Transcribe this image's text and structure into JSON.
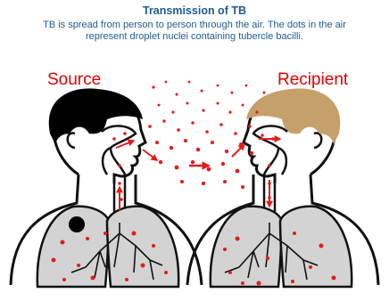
{
  "header": {
    "title": "Transmission of TB",
    "subtitle": "TB is spread from person to person through the air. The dots in the air represent droplet nuclei containing tubercle bacilli."
  },
  "labels": {
    "source": "Source",
    "recipient": "Recipient"
  },
  "colors": {
    "title_text": "#1f5b8f",
    "label_text": "#e30000",
    "droplet": "#e21c1c",
    "source_hair": "#000000",
    "recipient_hair": "#c6a06a",
    "lung_fill": "#d3d3d3",
    "outline": "#111111"
  }
}
